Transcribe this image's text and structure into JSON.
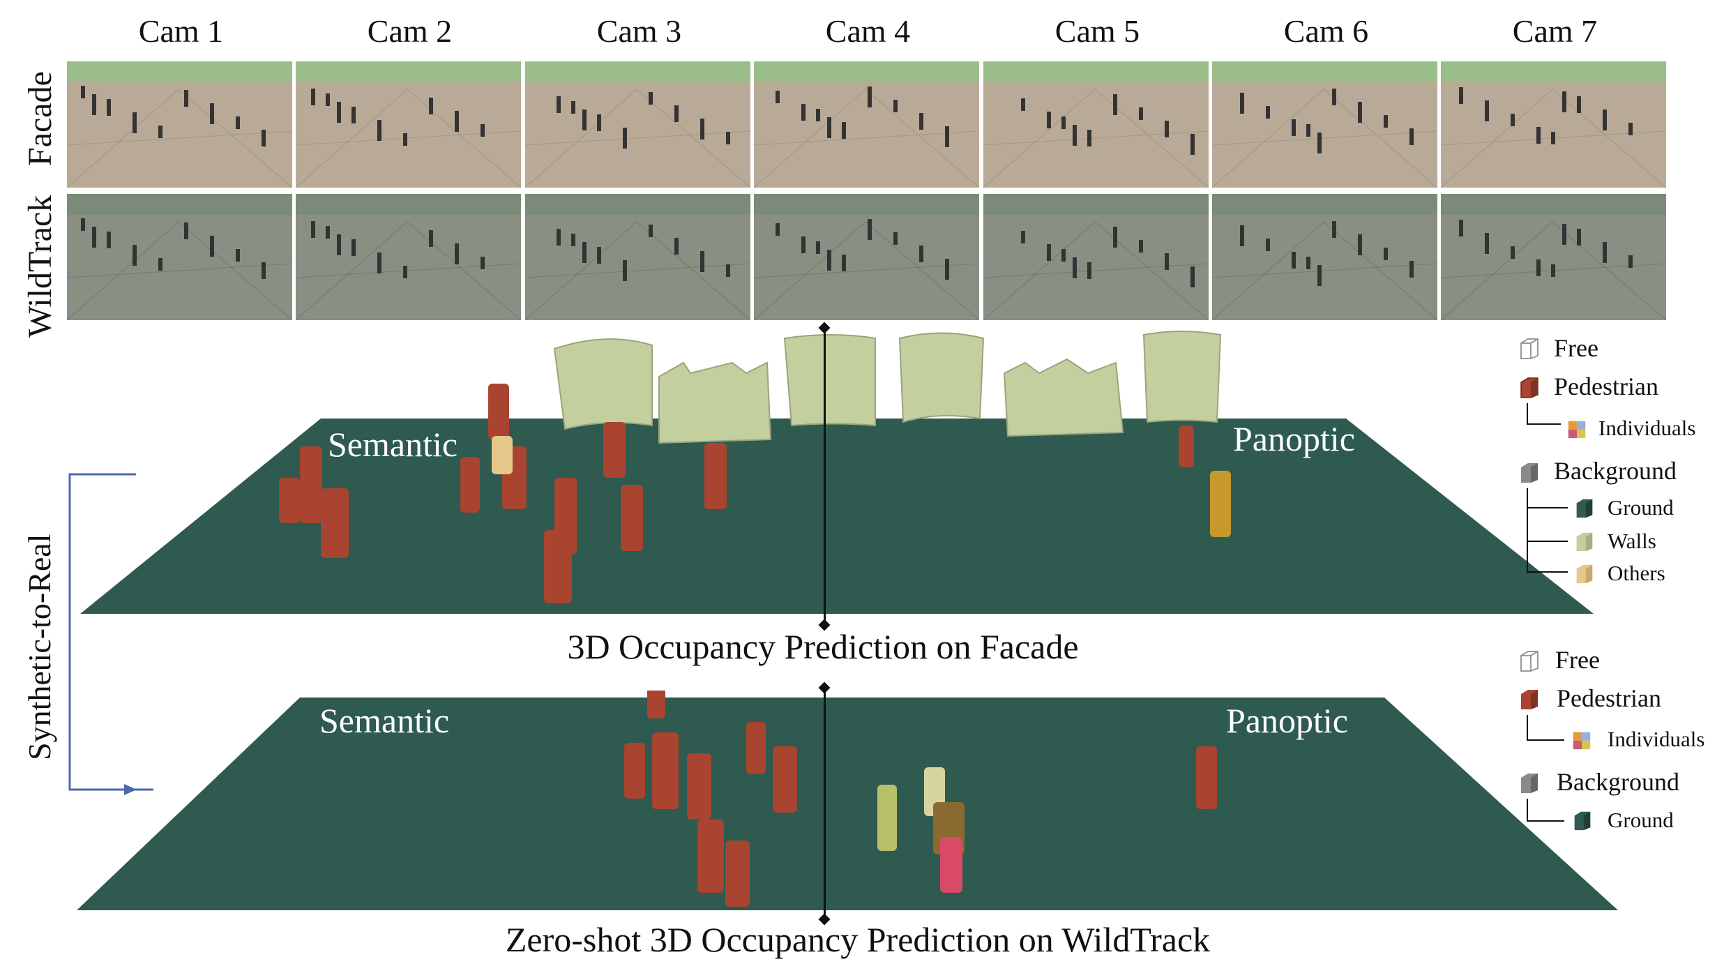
{
  "cameras": [
    "Cam 1",
    "Cam 2",
    "Cam 3",
    "Cam 4",
    "Cam 5",
    "Cam 6",
    "Cam 7"
  ],
  "rows": {
    "facade": "Facade",
    "wildtrack": "WildTrack"
  },
  "side_label": "Synthetic-to-Real",
  "panel_top": {
    "left_label": "Semantic",
    "right_label": "Panoptic",
    "caption": "3D Occupancy Prediction on Facade"
  },
  "panel_bottom": {
    "left_label": "Semantic",
    "right_label": "Panoptic",
    "caption": "Zero-shot 3D Occupancy Prediction on WildTrack"
  },
  "legend_top": {
    "free": "Free",
    "pedestrian": "Pedestrian",
    "individuals": "Individuals",
    "background": "Background",
    "ground": "Ground",
    "walls": "Walls",
    "others": "Others"
  },
  "legend_bottom": {
    "free": "Free",
    "pedestrian": "Pedestrian",
    "individuals": "Individuals",
    "background": "Background",
    "ground": "Ground"
  },
  "colors": {
    "ground": "#2f5c52",
    "pedestrian": "#a8442f",
    "walls": "#c3cf9f",
    "others": "#e5c78a",
    "background": "#8a8a8a",
    "free": "#ffffff"
  }
}
